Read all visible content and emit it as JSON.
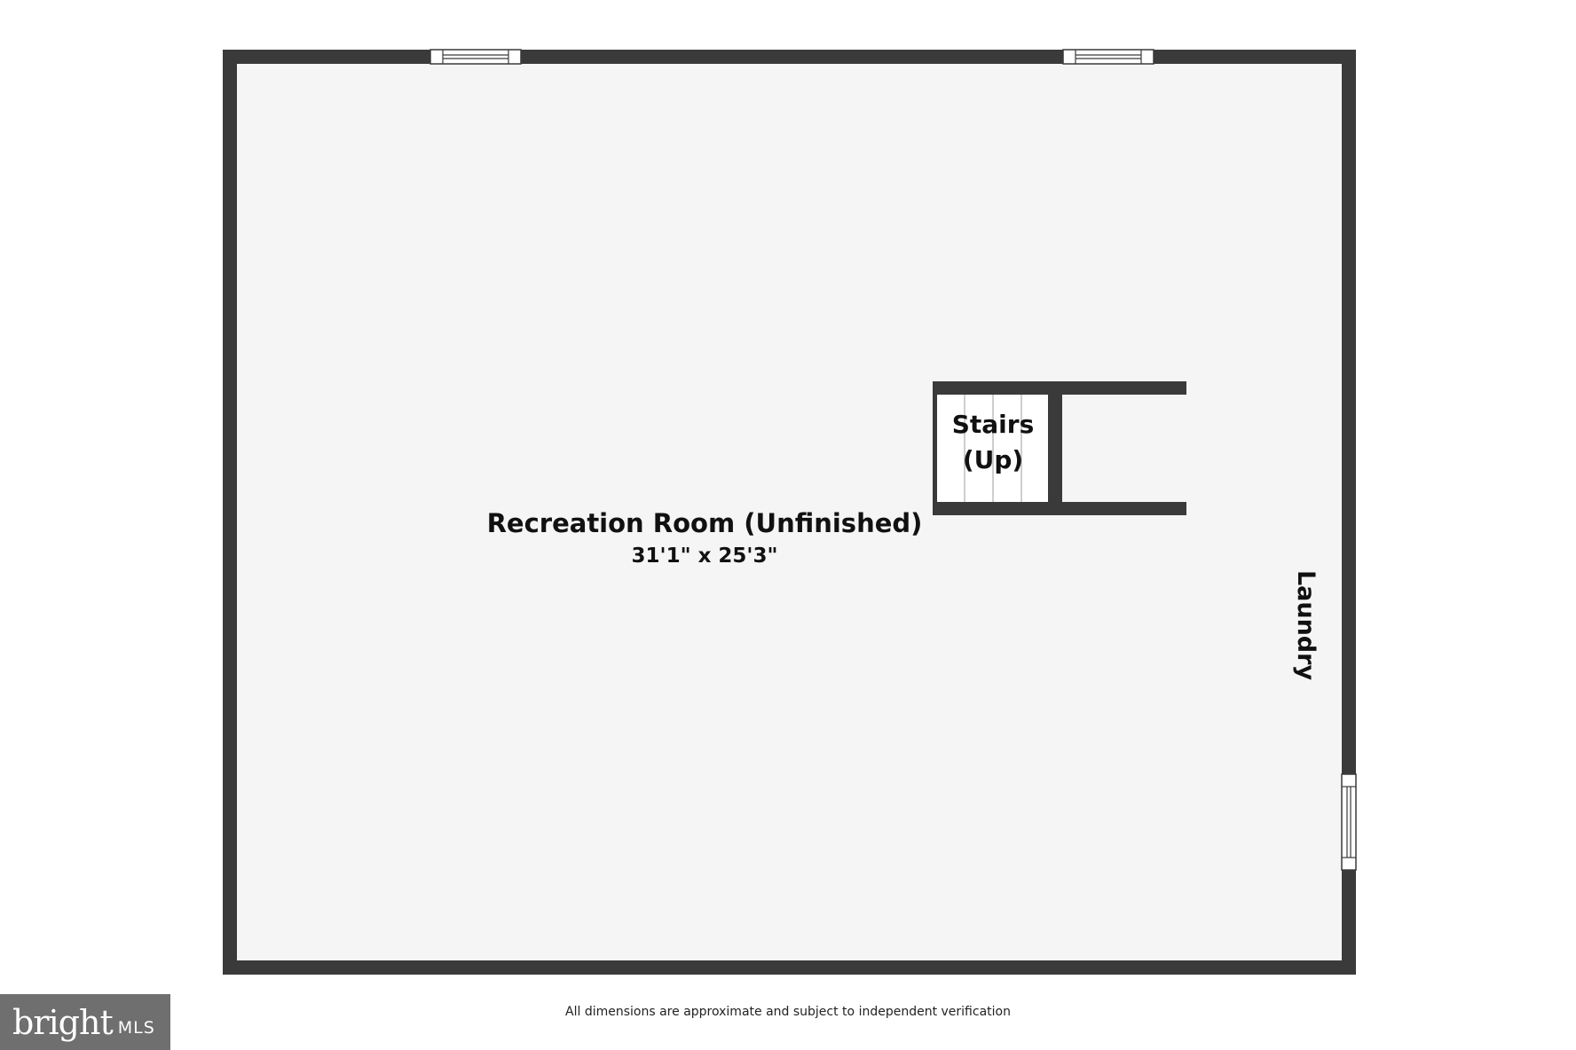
{
  "floorplan": {
    "rooms": [
      {
        "name": "Recreation Room (Unfinished)",
        "dimensions": "31'1\" x 25'3\""
      }
    ],
    "stairs": {
      "line1": "Stairs",
      "line2": "(Up)"
    },
    "side_label": "Laundry",
    "colors": {
      "wall": "#3a3a3a",
      "floor": "#f5f5f5",
      "window": "#ffffff"
    }
  },
  "footer": {
    "disclaimer": "All dimensions are approximate and subject to independent verification"
  },
  "brand": {
    "name": "bright",
    "sub": "MLS"
  }
}
